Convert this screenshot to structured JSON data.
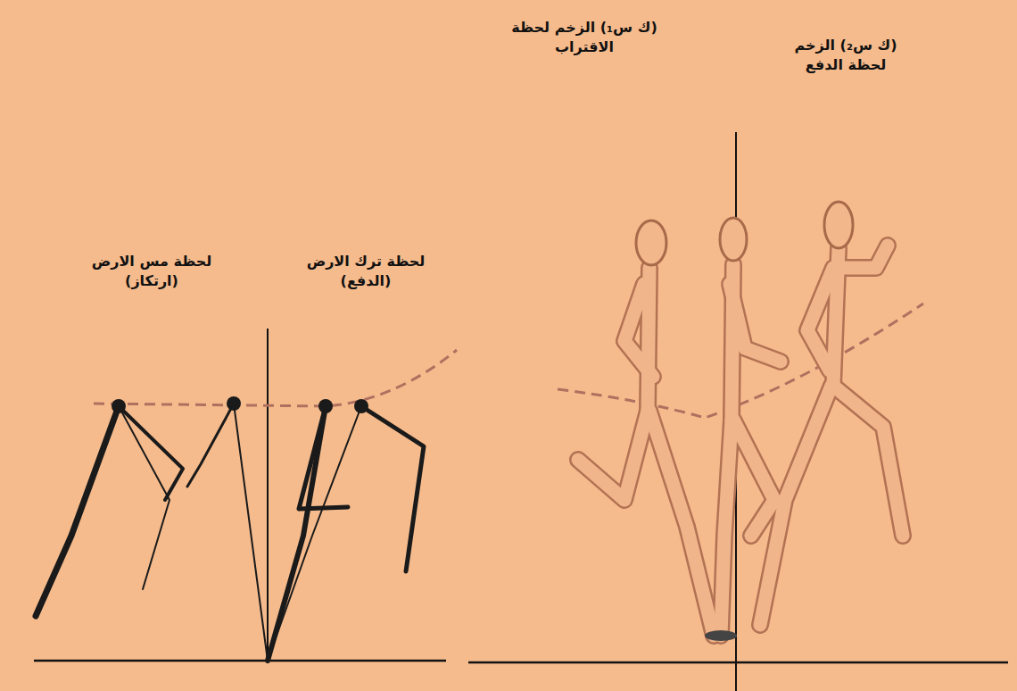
{
  "diagram": {
    "labels": [
      "(ك س₂) الزخم لحظة الدفع",
      "(ك س₁) الزخم لحظة الاقتراب",
      "لحظة ترك الارض (الدفع)",
      "لحظة مس الارض (ارتكاز)"
    ]
  }
}
